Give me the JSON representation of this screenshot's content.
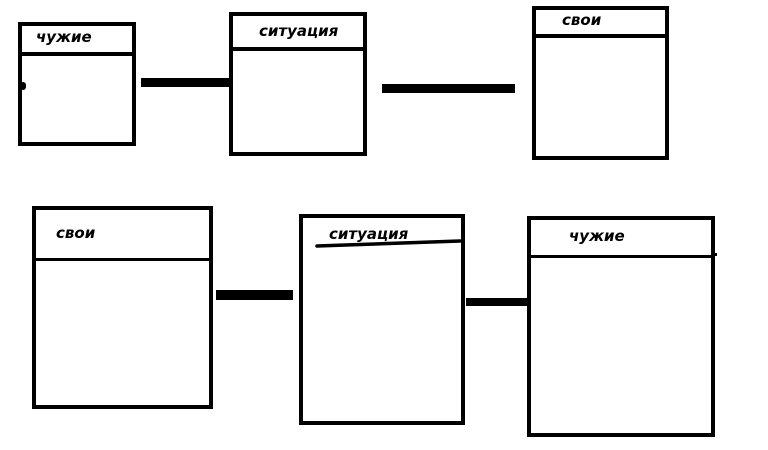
{
  "diagram": {
    "top_row": {
      "box_left": {
        "label": "чужие"
      },
      "box_middle": {
        "label": "ситуация"
      },
      "box_right": {
        "label": "свои"
      }
    },
    "bottom_row": {
      "box_left": {
        "label": "свои"
      },
      "box_middle": {
        "label": "ситуация"
      },
      "box_right": {
        "label": "чужие"
      }
    }
  },
  "colors": {
    "stroke": "#000000",
    "background": "#ffffff"
  }
}
